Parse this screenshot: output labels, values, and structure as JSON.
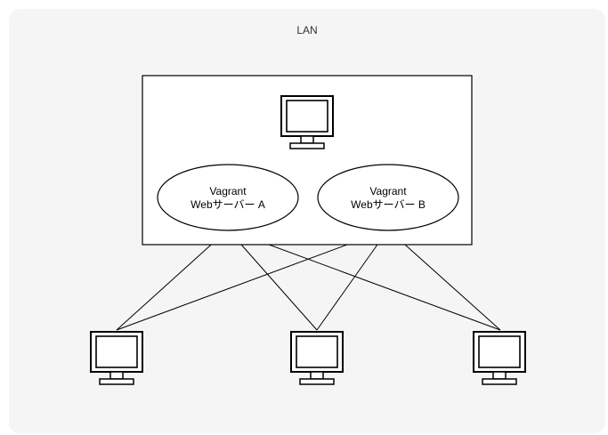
{
  "lan": {
    "label": "LAN"
  },
  "host": {
    "icon": "monitor-icon"
  },
  "servers": [
    {
      "line1": "Vagrant",
      "line2": "Webサーバー A"
    },
    {
      "line1": "Vagrant",
      "line2": "Webサーバー B"
    }
  ],
  "clients": [
    {
      "icon": "monitor-icon"
    },
    {
      "icon": "monitor-icon"
    },
    {
      "icon": "monitor-icon"
    }
  ],
  "connections": [
    {
      "from": "server-a",
      "to": "client-1"
    },
    {
      "from": "server-a",
      "to": "client-2"
    },
    {
      "from": "server-a",
      "to": "client-3"
    },
    {
      "from": "server-b",
      "to": "client-1"
    },
    {
      "from": "server-b",
      "to": "client-2"
    },
    {
      "from": "server-b",
      "to": "client-3"
    }
  ],
  "colors": {
    "lan_background": "#f5f5f5",
    "stroke": "#000000",
    "fill": "#ffffff"
  }
}
